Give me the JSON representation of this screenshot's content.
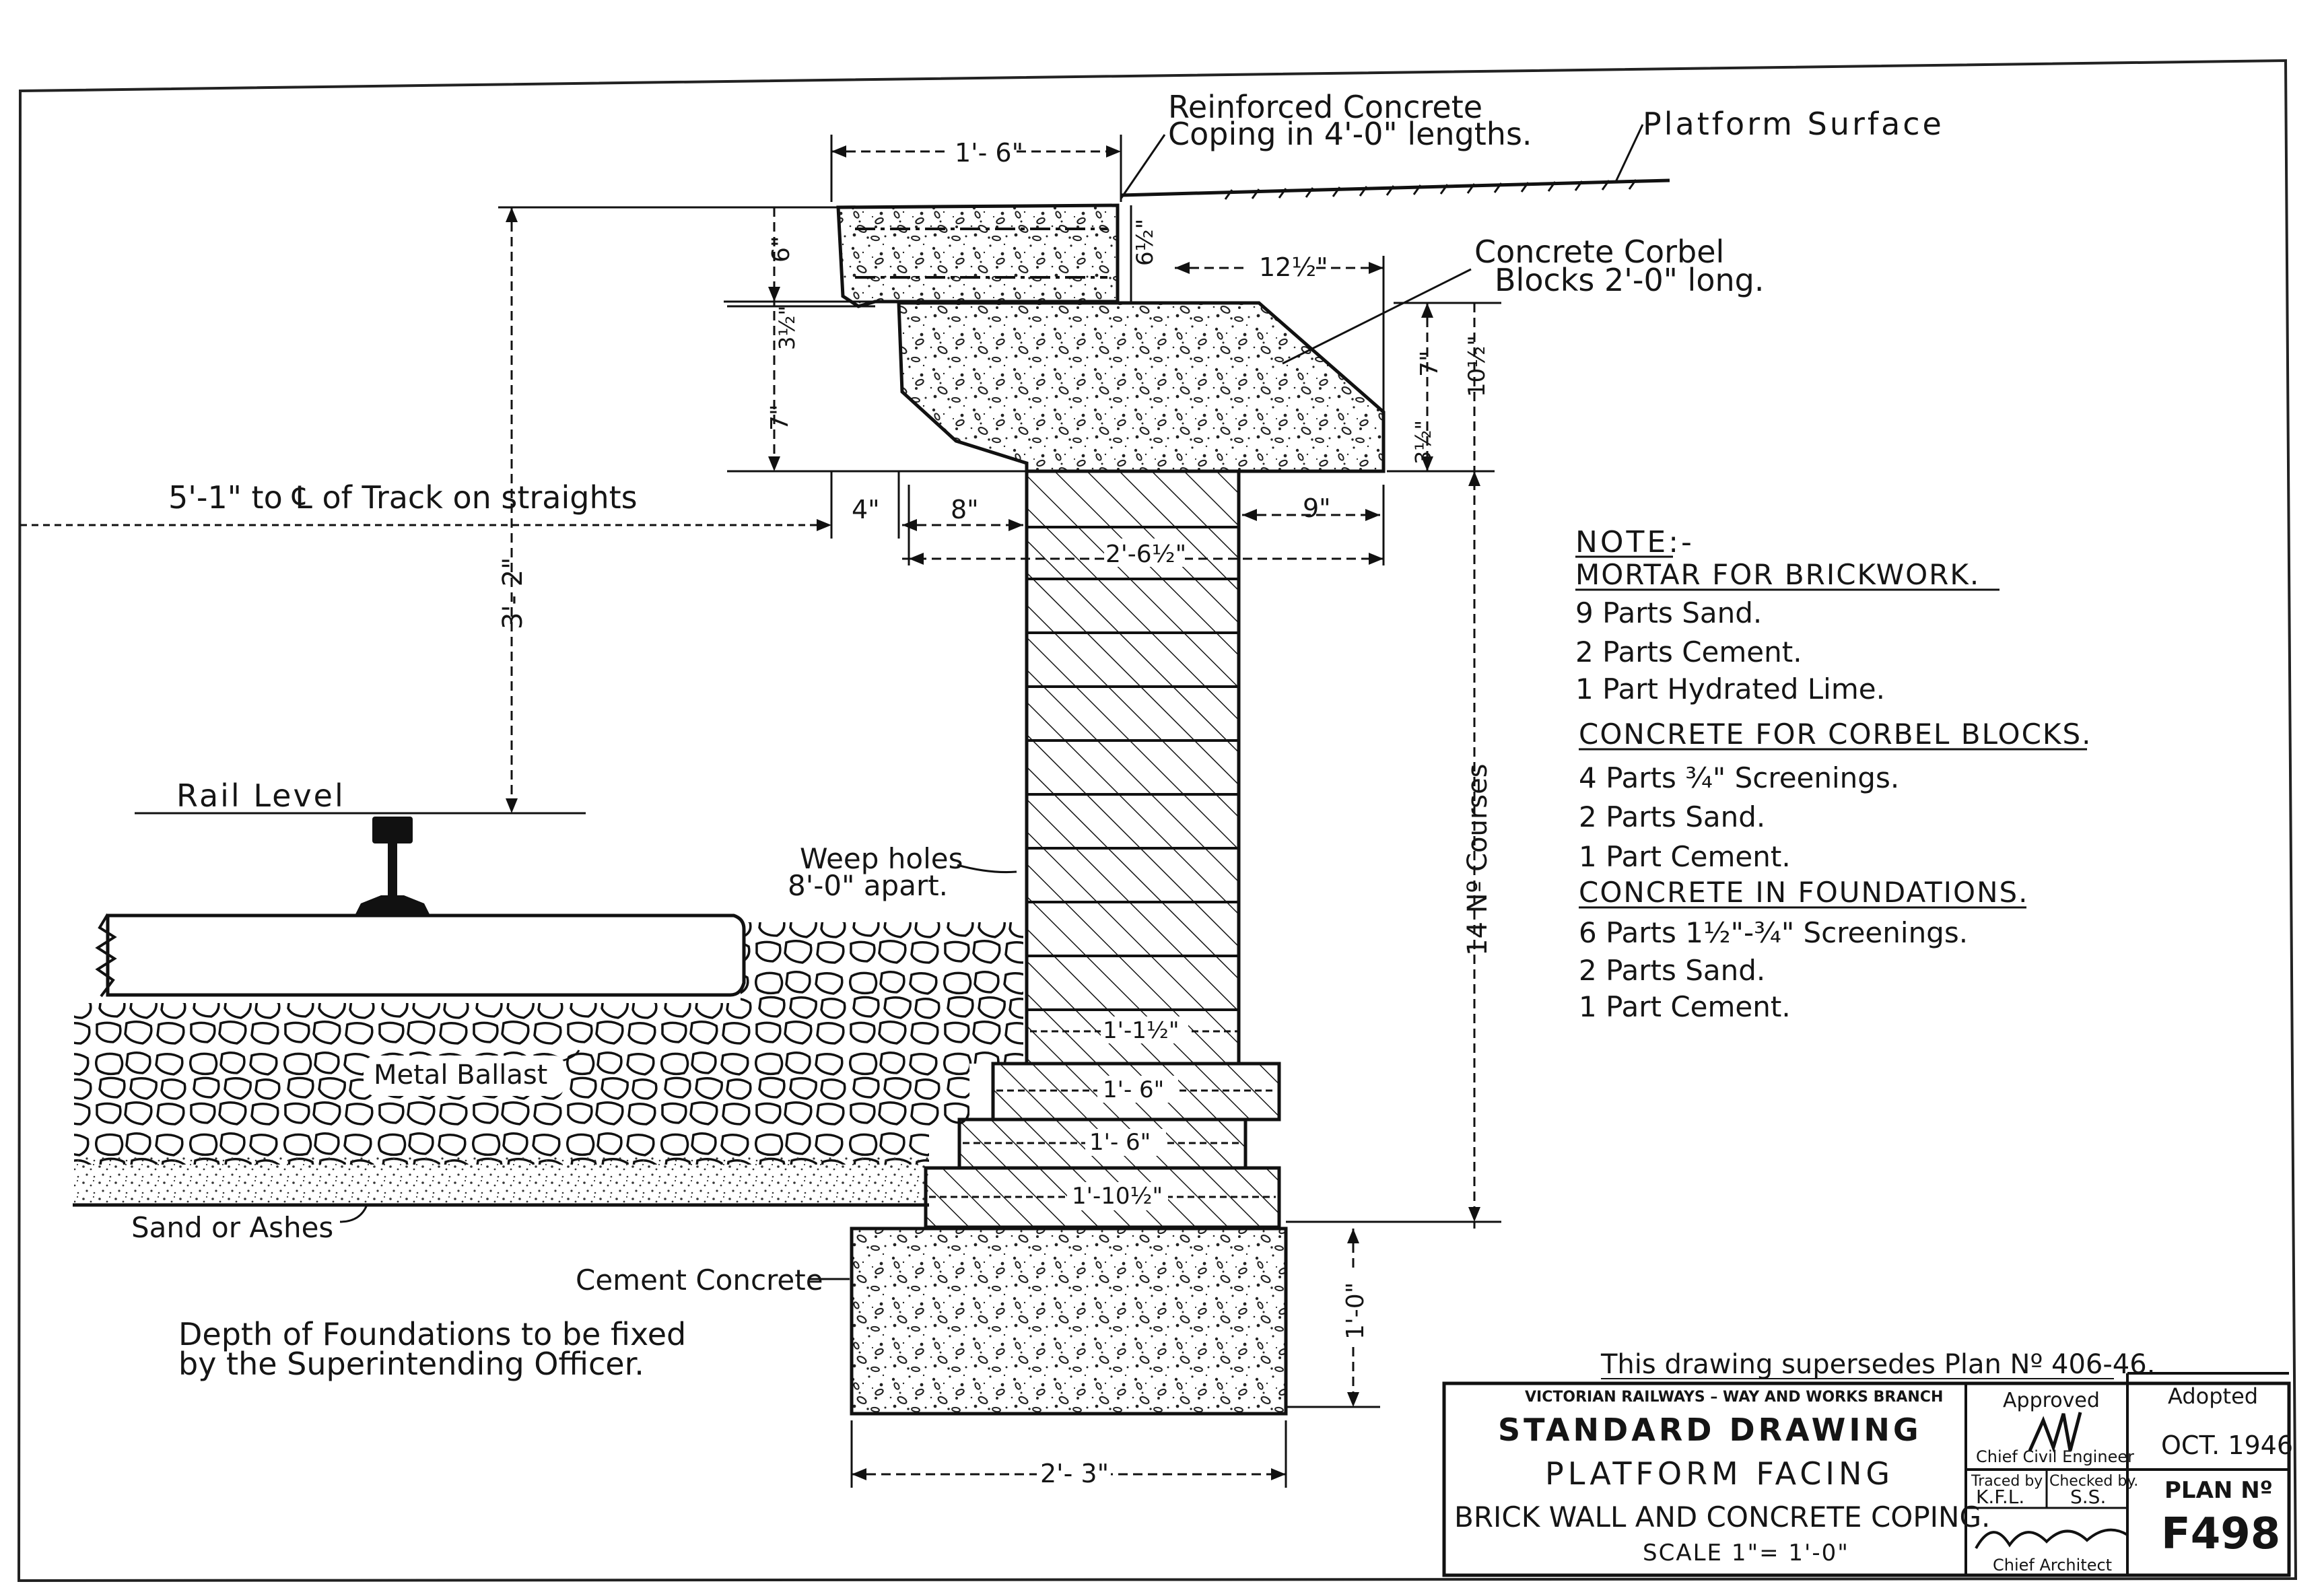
{
  "labels": {
    "coping": [
      "Reinforced Concrete",
      "Coping in 4'-0\" lengths."
    ],
    "platform_surface": "Platform Surface",
    "corbel": [
      "Concrete Corbel",
      "Blocks 2'-0\" long."
    ],
    "track_offset": "5'-1\" to ℄ of Track on straights",
    "rail_level": "Rail Level",
    "weep_holes": [
      "Weep holes",
      "8'-0\" apart."
    ],
    "metal_ballast": "Metal Ballast",
    "sand_or_ashes": "Sand or Ashes",
    "cement_concrete": "Cement Concrete",
    "foundation_depth": [
      "Depth of Foundations to be fixed",
      "by the Superintending Officer."
    ],
    "courses": "14 Nº Courses"
  },
  "dimensions": {
    "coping_width": "1'- 6\"",
    "coping_depth": "6\"",
    "coping_right_depth": "6½\"",
    "corbel_projection": "12½\"",
    "corbel_left_top": "3½\"",
    "corbel_left_mid": "7\"",
    "corbel_right_7": "7\"",
    "corbel_right_3h": "3½\"",
    "corbel_right_10h": "10½\"",
    "offset_4": "4\"",
    "offset_8": "8\"",
    "offset_9": "9\"",
    "wall_total": "2'-6½\"",
    "rail_height": "3'- 2\"",
    "footing_1": "1'-1½\"",
    "footing_2": "1'- 6\"",
    "footing_3": "1'- 6\"",
    "footing_4": "1'-10½\"",
    "foundation_depth": "1'-0\"",
    "foundation_width": "2'- 3\""
  },
  "note": {
    "heading": "NOTE:-",
    "sections": [
      {
        "title": "MORTAR FOR BRICKWORK.",
        "items": [
          "9 Parts Sand.",
          "2 Parts Cement.",
          "1 Part Hydrated Lime."
        ]
      },
      {
        "title": "CONCRETE FOR CORBEL BLOCKS.",
        "items": [
          "4 Parts ¾\" Screenings.",
          "2 Parts Sand.",
          "1 Part Cement."
        ]
      },
      {
        "title": "CONCRETE IN FOUNDATIONS.",
        "items": [
          "6 Parts 1½\"-¾\" Screenings.",
          "2 Parts Sand.",
          "1 Part Cement."
        ]
      }
    ]
  },
  "supersedes": "This drawing supersedes Plan Nº 406-46.",
  "title_block": {
    "branch": "VICTORIAN RAILWAYS – WAY AND WORKS BRANCH",
    "type": "STANDARD DRAWING",
    "title1": "PLATFORM FACING",
    "title2": "BRICK WALL AND CONCRETE COPING.",
    "scale": "SCALE 1\"= 1'-0\"",
    "approved": "Approved",
    "chief_civil": "Chief Civil Engineer",
    "traced_by_label": "Traced by",
    "traced_by": "K.F.L.",
    "checked_by_label": "Checked by.",
    "checked_by": "S.S.",
    "chief_architect": "Chief Architect",
    "adopted_label": "Adopted",
    "adopted": "OCT. 1946",
    "plan_label": "PLAN Nº",
    "plan_no": "F498"
  }
}
